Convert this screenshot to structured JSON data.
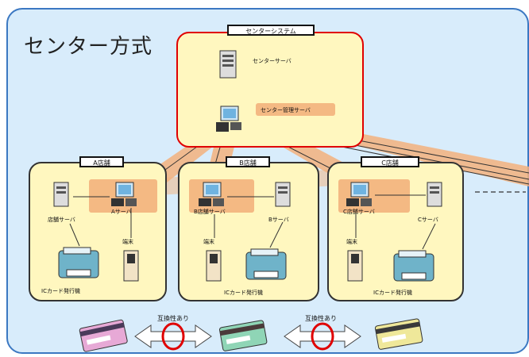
{
  "title": "センター方式",
  "center": {
    "tab_label": "センターシステム",
    "server_label": "センターサーバ",
    "relay_label": "センター管理サーバ"
  },
  "stores": [
    {
      "tab_label": "A店舗",
      "terminal_label": "店舗サーバ",
      "server_label": "Aサーバ",
      "device_label": "端末",
      "printer_label": "ICカード発行機"
    },
    {
      "tab_label": "B店舗",
      "terminal_label": "B店舗サーバ",
      "server_label": "Bサーバ",
      "device_label": "端末",
      "printer_label": "ICカード発行機"
    },
    {
      "tab_label": "C店舗",
      "terminal_label": "C店舗サーバ",
      "server_label": "Cサーバ",
      "device_label": "端末",
      "printer_label": "ICカード発行機"
    }
  ],
  "exchange_labels": [
    "互換性あり",
    "互換性あり"
  ],
  "colors": {
    "frame": "#3b78c2",
    "frame_fill": "#d8ecfb",
    "center_border": "#e00000",
    "box_fill": "#fff7bf",
    "highlight": "#f3b17c"
  }
}
